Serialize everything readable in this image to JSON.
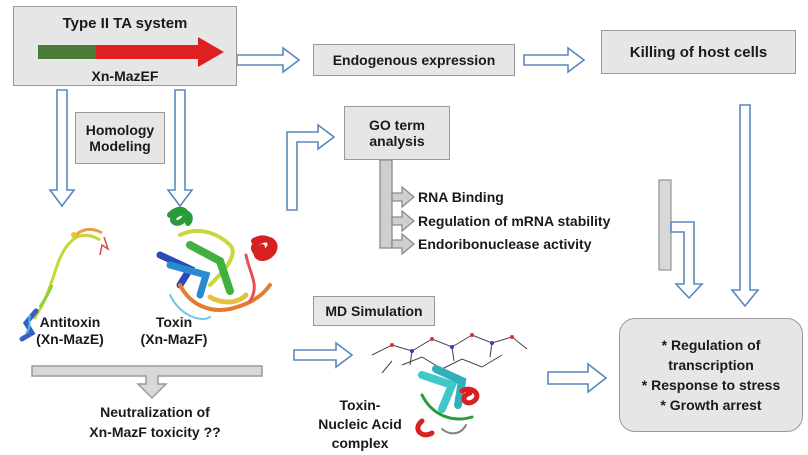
{
  "ta_system": {
    "title": "Type II TA system",
    "gene_label": "Xn-MazEF"
  },
  "steps": {
    "endogenous": "Endogenous expression",
    "killing": "Killing of host cells",
    "homology_line1": "Homology",
    "homology_line2": "Modeling",
    "go_line1": "GO term",
    "go_line2": "analysis",
    "md": "MD Simulation"
  },
  "go_terms": [
    "RNA Binding",
    "Regulation of mRNA stability",
    "Endoribonuclease activity"
  ],
  "structures": {
    "antitoxin_line1": "Antitoxin",
    "antitoxin_line2": "(Xn-MazE)",
    "toxin_line1": "Toxin",
    "toxin_line2": "(Xn-MazF)",
    "complex_line1": "Toxin-",
    "complex_line2": "Nucleic Acid",
    "complex_line3": "complex"
  },
  "neutralization": {
    "line1": "Neutralization of",
    "line2": "Xn-MazF toxicity ??"
  },
  "outcomes": [
    "* Regulation of",
    "transcription",
    "* Response to stress",
    "* Growth arrest"
  ],
  "colors": {
    "antitoxin_gene": "#4a7a3a",
    "toxin_gene": "#e02020",
    "box_fill": "#e6e6e6",
    "arrow_outline": "#5a88c0"
  }
}
